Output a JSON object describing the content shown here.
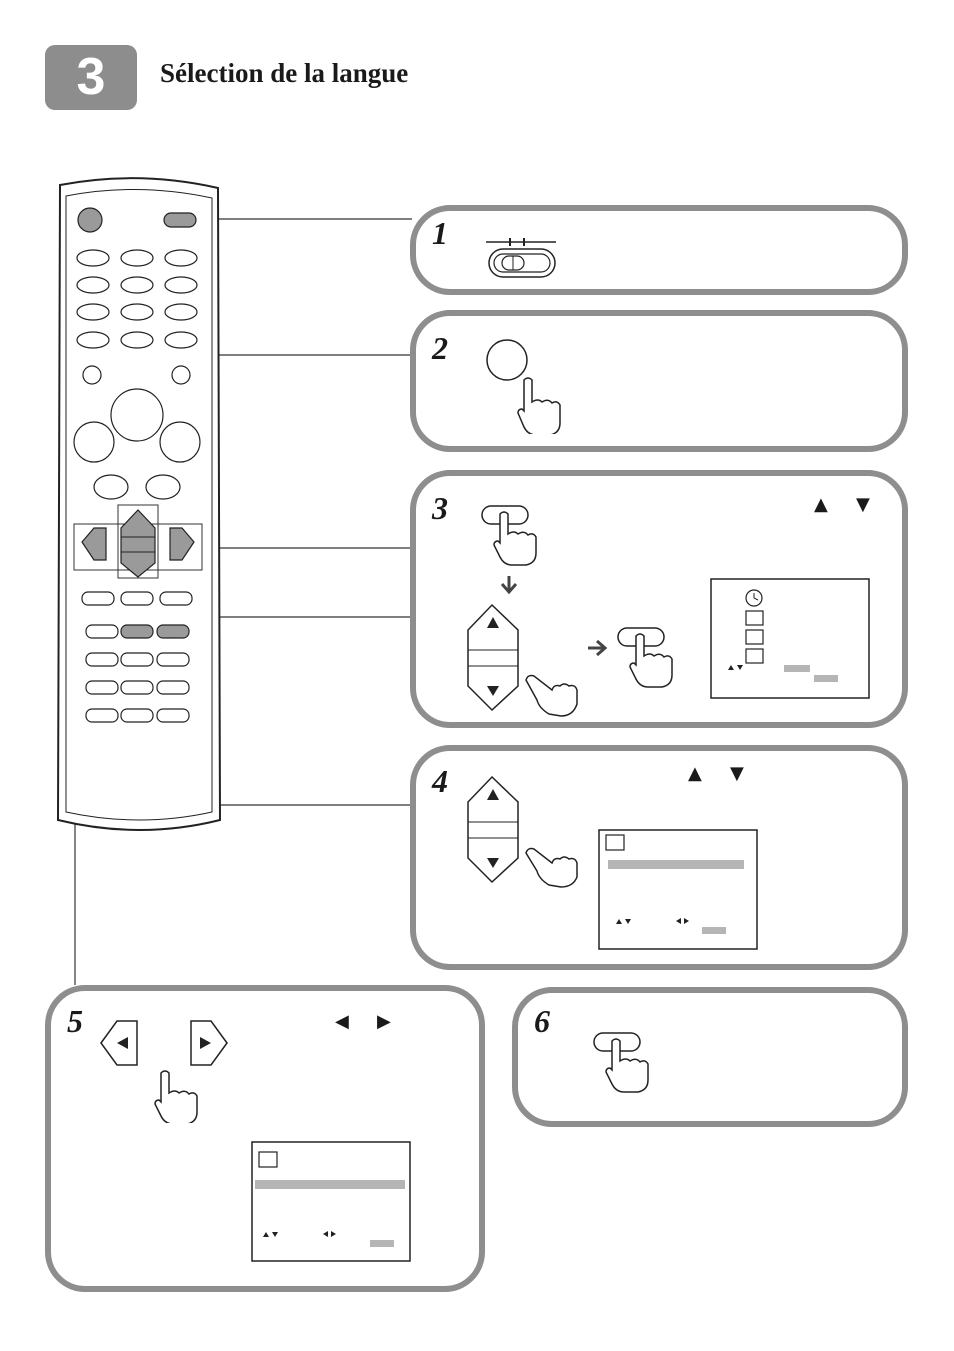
{
  "header": {
    "section_number": "3",
    "title": "Sélection de la langue"
  },
  "steps": [
    {
      "number": "1"
    },
    {
      "number": "2"
    },
    {
      "number": "3",
      "arrow_up": "▲",
      "arrow_down": "▼"
    },
    {
      "number": "4",
      "arrow_up": "▲",
      "arrow_down": "▼"
    },
    {
      "number": "5",
      "arrow_left": "◀",
      "arrow_right": "▶"
    },
    {
      "number": "6"
    }
  ],
  "colors": {
    "badge": "#8d8d8d",
    "panel_border": "#8e8e8e",
    "highlight": "#b5b5b5"
  }
}
